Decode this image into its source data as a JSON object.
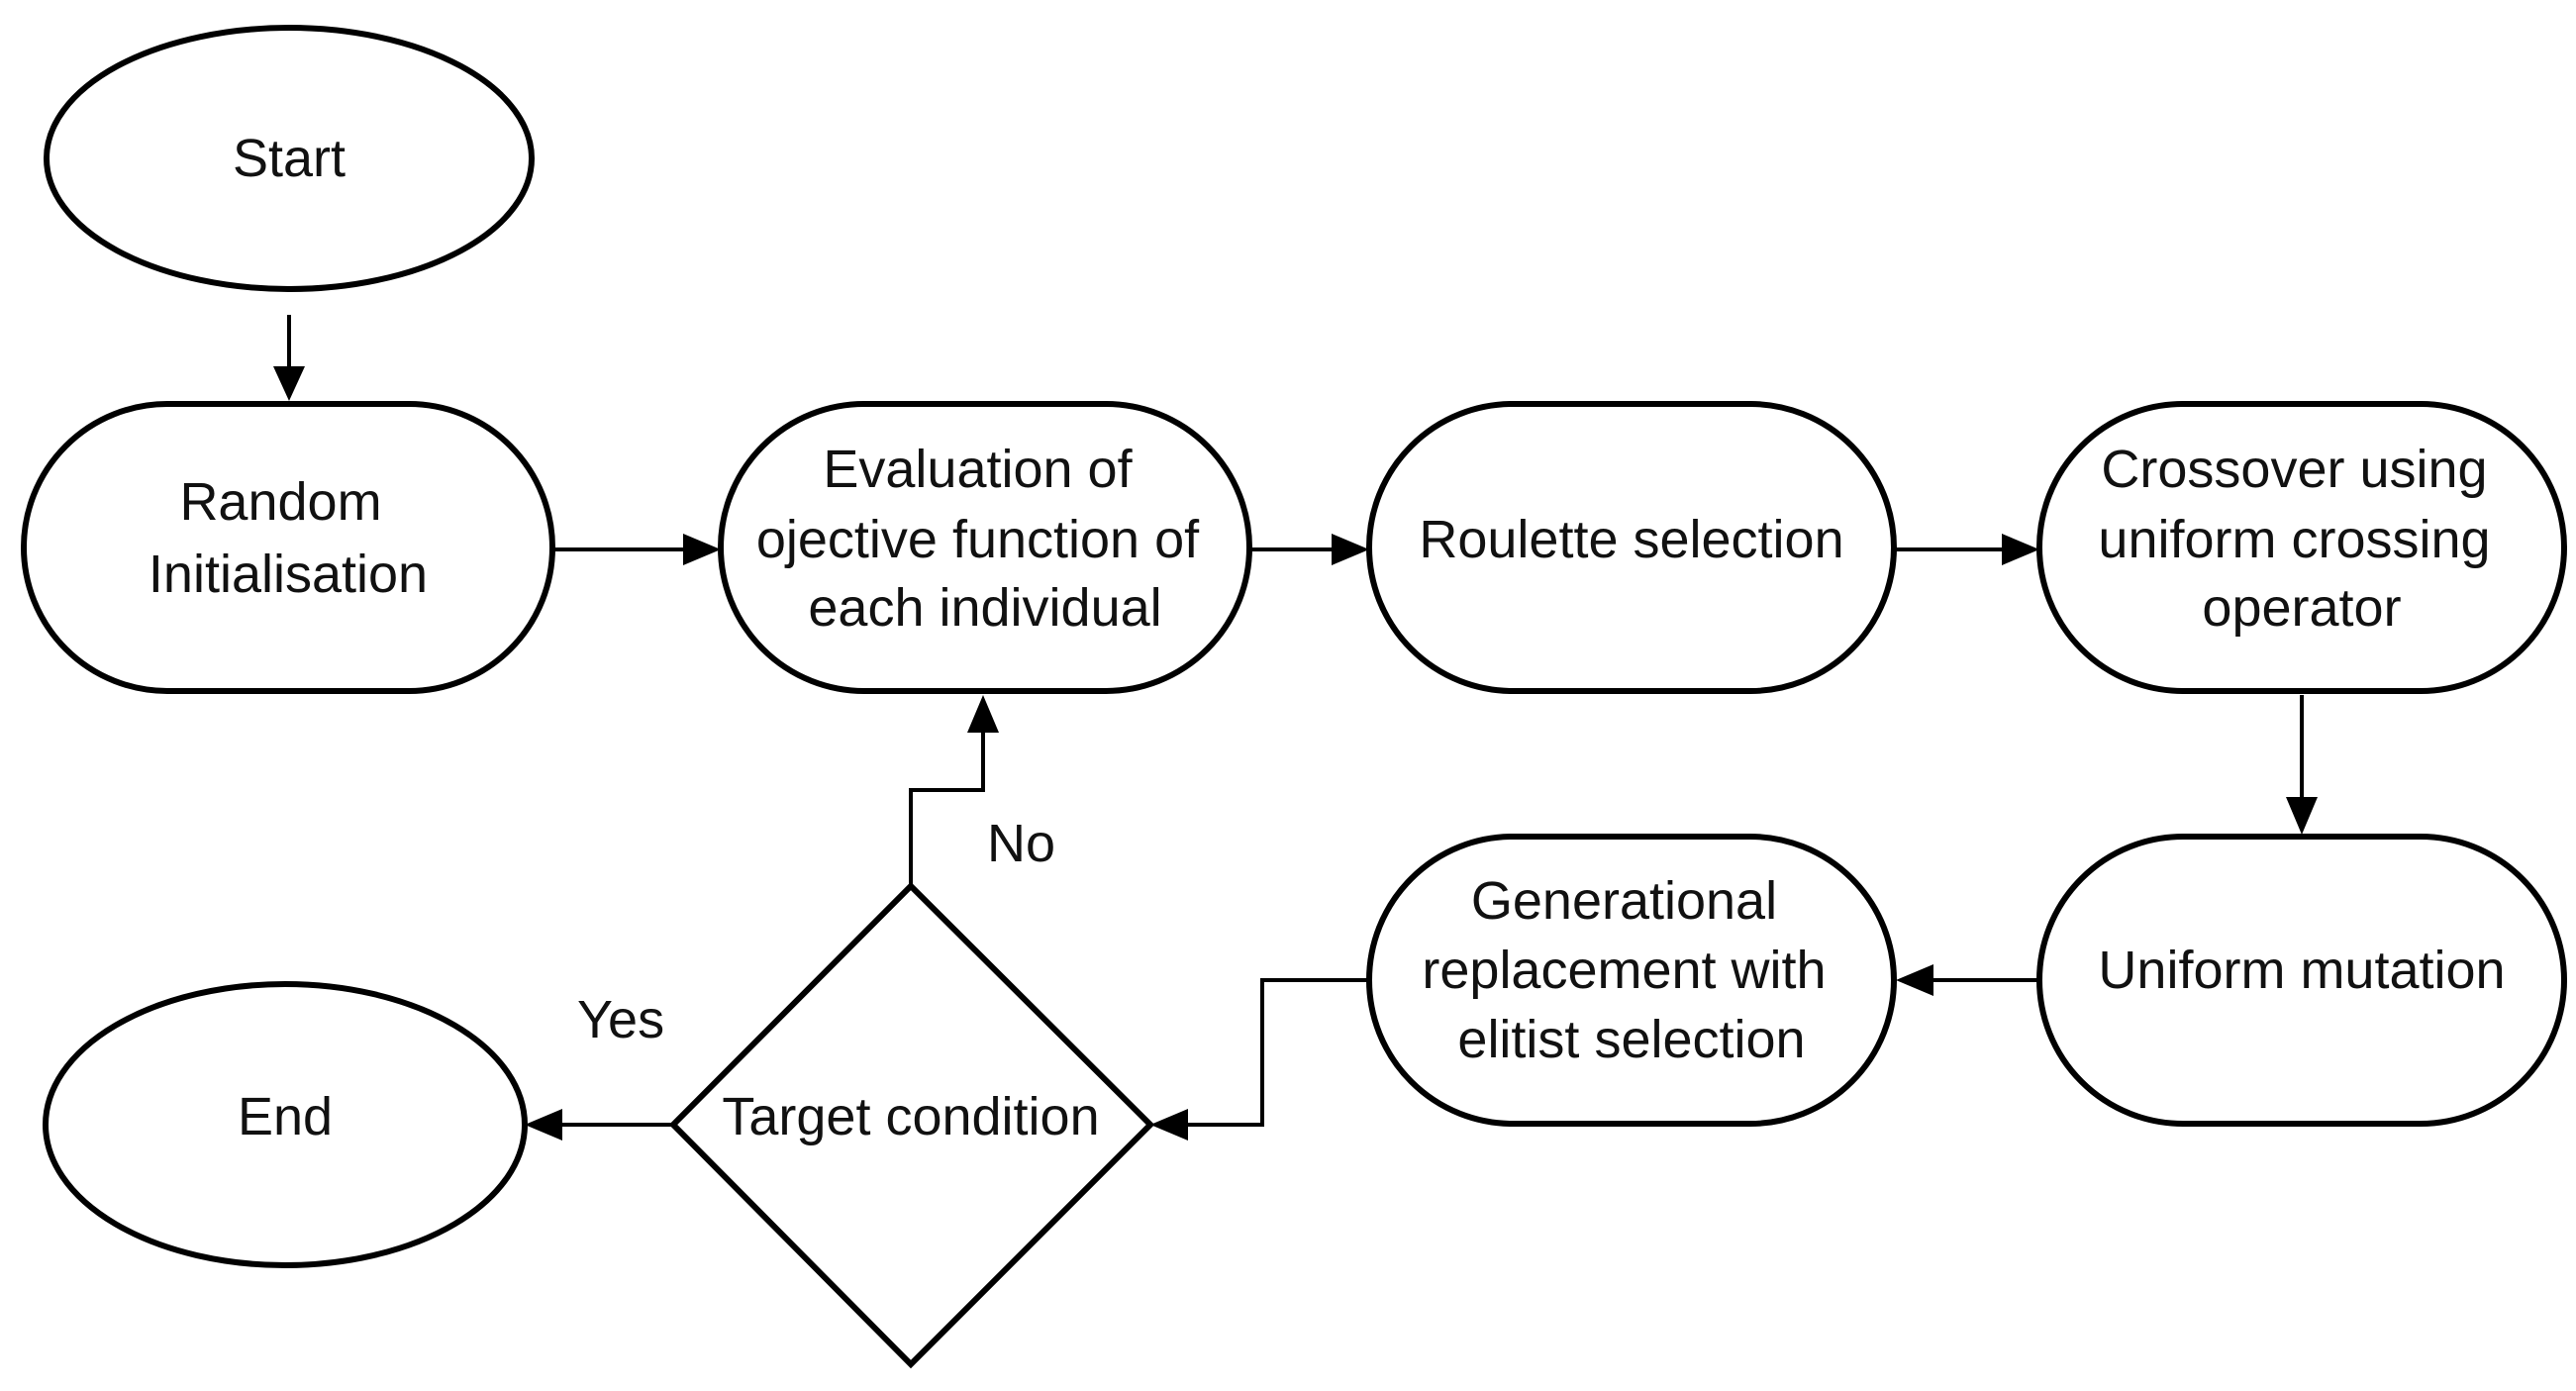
{
  "nodes": {
    "start": {
      "lines": [
        "Start"
      ]
    },
    "random_init": {
      "lines": [
        "Random",
        "Initialisation"
      ]
    },
    "evaluation": {
      "lines": [
        "Evaluation of",
        "ojective function of",
        "each individual"
      ]
    },
    "roulette": {
      "lines": [
        "Roulette selection"
      ]
    },
    "crossover": {
      "lines": [
        "Crossover using",
        "uniform crossing",
        "operator"
      ]
    },
    "mutation": {
      "lines": [
        "Uniform mutation"
      ]
    },
    "replacement": {
      "lines": [
        "Generational",
        "replacement with",
        "elitist selection"
      ]
    },
    "target": {
      "lines": [
        "Target condition"
      ]
    },
    "end": {
      "lines": [
        "End"
      ]
    }
  },
  "edge_labels": {
    "no": "No",
    "yes": "Yes"
  }
}
